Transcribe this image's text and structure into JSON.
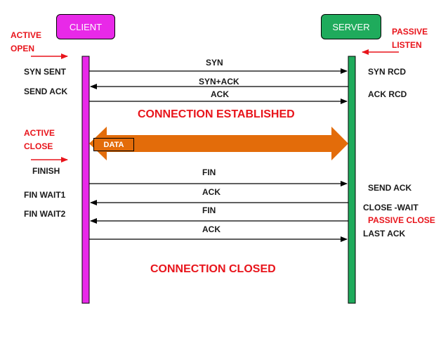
{
  "client": {
    "label": "CLIENT",
    "color": "#e829e8"
  },
  "server": {
    "label": "SERVER",
    "color": "#1fab5c"
  },
  "client_states": {
    "active_open": "ACTIVE\nOPEN",
    "syn_sent": "SYN SENT",
    "send_ack": "SEND ACK",
    "active_close": "ACTIVE\nCLOSE",
    "finish": "FINISH",
    "fin_wait1": "FIN WAIT1",
    "fin_wait2": "FIN WAIT2"
  },
  "server_states": {
    "passive_listen": "PASSIVE\nLISTEN",
    "syn_rcd": "SYN RCD",
    "ack_rcd": "ACK RCD",
    "send_ack": "SEND ACK",
    "close_wait": "CLOSE -WAIT",
    "passive_close": "PASSIVE CLOSE",
    "last_ack": "LAST ACK"
  },
  "messages": {
    "syn": "SYN",
    "syn_ack": "SYN+ACK",
    "ack1": "ACK",
    "fin1": "FIN",
    "ack2": "ACK",
    "fin2": "FIN",
    "ack3": "ACK"
  },
  "connection_established": "CONNECTION ESTABLISHED",
  "connection_closed": "CONNECTION CLOSED",
  "data_label": "DATA",
  "colors": {
    "accent_red": "#e8141b",
    "data_arrow": "#e36c0a"
  }
}
